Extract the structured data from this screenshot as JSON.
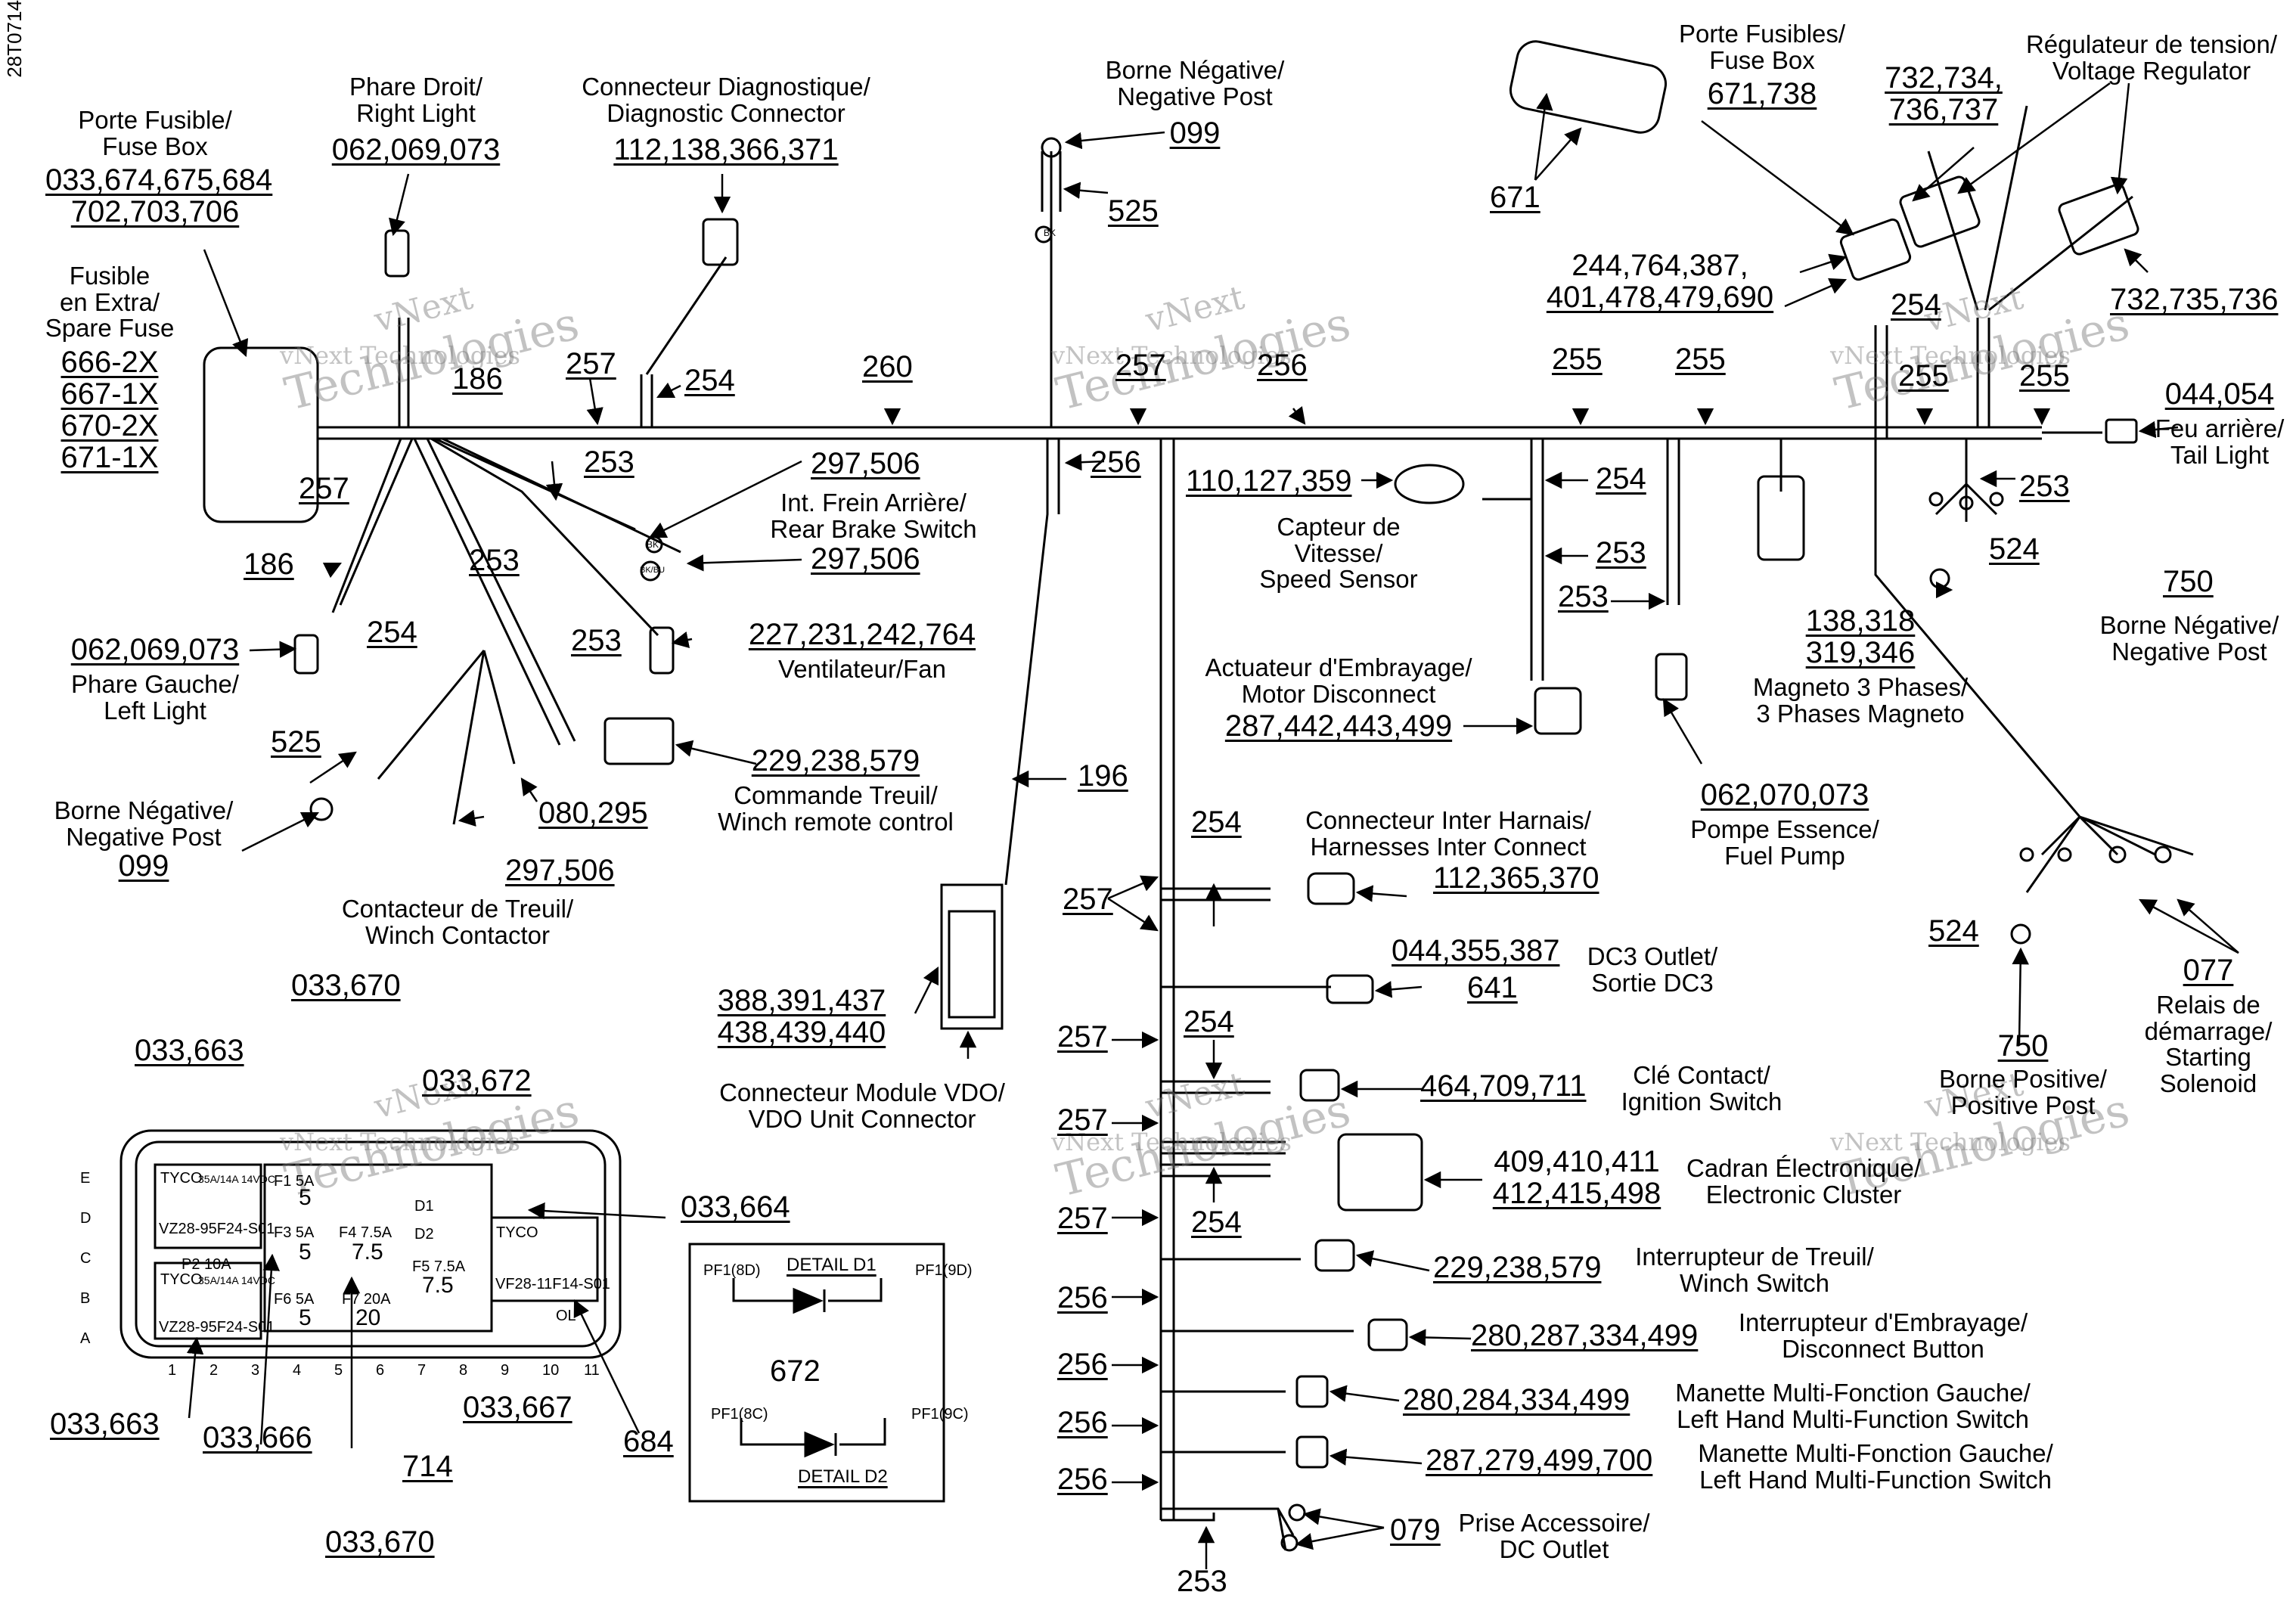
{
  "corner_code": "28T0714",
  "watermark": {
    "line1": "vNext",
    "line2": "vNext Technologies",
    "line3": "Technologies"
  },
  "labels": {
    "fuse_box_left": {
      "fr": "Porte Fusible/",
      "en": "Fuse Box",
      "codes1": "033,674,675,684",
      "codes2": "702,703,706"
    },
    "spare_fuse": {
      "l1": "Fusible",
      "l2": "en Extra/",
      "l3": "Spare Fuse",
      "c1": "666-2X",
      "c2": "667-1X",
      "c3": "670-2X",
      "c4": "671-1X"
    },
    "right_light": {
      "fr": "Phare Droit/",
      "en": "Right Light",
      "codes": "062,069,073"
    },
    "diag_connector": {
      "fr": "Connecteur Diagnostique/",
      "en": "Diagnostic Connector",
      "codes": "112,138,366,371"
    },
    "neg_post_top": {
      "fr": "Borne Négative/",
      "en": "Negative Post",
      "codes": "099"
    },
    "fuse_box_right": {
      "fr": "Porte Fusibles/",
      "en": "Fuse Box",
      "codes": "671,738"
    },
    "voltage_reg": {
      "fr": "Régulateur de tension/",
      "en": "Voltage Regulator",
      "codes1": "732,734,",
      "codes2": "736,737",
      "codes3": "732,735,736"
    },
    "group_244": {
      "c1": "244,764,387,",
      "c2": "401,478,479,690"
    },
    "tail_light": {
      "codes": "044,054",
      "fr": "Feu arrière/",
      "en": "Tail Light"
    },
    "rear_brake": {
      "codes1": "297,506",
      "fr": "Int. Frein Arrière/",
      "en": "Rear Brake Switch",
      "codes2": "297,506"
    },
    "speed_sensor": {
      "codes": "110,127,359",
      "l1": "Capteur de",
      "l2": "Vitesse/",
      "l3": "Speed Sensor"
    },
    "fan": {
      "codes": "227,231,242,764",
      "label": "Ventilateur/Fan"
    },
    "left_light": {
      "codes": "062,069,073",
      "fr": "Phare Gauche/",
      "en": "Left Light"
    },
    "winch_remote": {
      "codes": "229,238,579",
      "fr": "Commande Treuil/",
      "en": "Winch remote control"
    },
    "neg_post_left": {
      "codes_top": "525",
      "fr": "Borne Négative/",
      "en": "Negative Post",
      "codes": "099"
    },
    "winch_contactor": {
      "codes_a": "080,295",
      "codes_b": "297,506",
      "fr": "Contacteur de Treuil/",
      "en": "Winch Contactor"
    },
    "motor_disconnect": {
      "fr": "Actuateur d'Embrayage/",
      "en": "Motor Disconnect",
      "codes": "287,442,443,499"
    },
    "magneto": {
      "c1": "138,318",
      "c2": "319,346",
      "fr": "Magneto 3 Phases/",
      "en": "3 Phases Magneto"
    },
    "fuel_pump": {
      "codes": "062,070,073",
      "fr": "Pompe Essence/",
      "en": "Fuel Pump"
    },
    "neg_post_right": {
      "codes": "750",
      "fr": "Borne Négative/",
      "en": "Negative Post",
      "c524": "524"
    },
    "harness_inter": {
      "fr": "Connecteur Inter Harnais/",
      "en": "Harnesses Inter Connect",
      "codes": "112,365,370"
    },
    "dc3": {
      "codes1": "044,355,387",
      "codes2": "641",
      "fr": "DC3 Outlet/",
      "en": "Sortie DC3"
    },
    "ignition": {
      "codes": "464,709,711",
      "fr": "Clé Contact/",
      "en": "Ignition Switch"
    },
    "cluster": {
      "c1": "409,410,411",
      "c2": "412,415,498",
      "fr": "Cadran Électronique/",
      "en": "Electronic Cluster"
    },
    "winch_switch": {
      "codes": "229,238,579",
      "fr": "Interrupteur de Treuil/",
      "en": "Winch Switch"
    },
    "disconnect_btn": {
      "codes": "280,287,334,499",
      "fr": "Interrupteur d'Embrayage/",
      "en": "Disconnect Button"
    },
    "lh_mfs_1": {
      "codes": "280,284,334,499",
      "fr": "Manette Multi-Fonction Gauche/",
      "en": "Left Hand Multi-Function Switch"
    },
    "lh_mfs_2": {
      "codes": "287,279,499,700",
      "fr": "Manette Multi-Fonction Gauche/",
      "en": "Left Hand Multi-Function Switch"
    },
    "dc_outlet": {
      "codes": "079",
      "fr": "Prise Accessoire/",
      "en": "DC Outlet"
    },
    "vdo": {
      "c1": "388,391,437",
      "c2": "438,439,440",
      "fr": "Connecteur Module VDO/",
      "en": "VDO Unit Connector",
      "c196": "196"
    },
    "pos_post": {
      "codes": "750",
      "fr": "Borne Positive/",
      "en": "Positive Post",
      "c524": "524"
    },
    "solenoid": {
      "codes": "077",
      "l1": "Relais de",
      "l2": "démarrage/",
      "l3": "Starting",
      "l4": "Solenoid"
    },
    "fusebox_detail": {
      "c033670_top": "033,670",
      "c033663_top": "033,663",
      "c033672": "033,672",
      "c033664": "033,664",
      "c033663_bot": "033,663",
      "c033666": "033,666",
      "c033667": "033,667",
      "c714": "714",
      "c033670_bot": "033,670",
      "c684": "684",
      "c672": "672"
    },
    "detail": {
      "d1": "DETAIL D1",
      "d2": "DETAIL D2",
      "pf8d": "PF1(8D)",
      "pf9d": "PF1(9D)",
      "pf8c": "PF1(8C)",
      "pf9c": "PF1(9C)"
    },
    "fuse_cells": {
      "f1": "F1  5A",
      "f1v": "5",
      "f3": "F3  5A",
      "f3v": "5",
      "f4": "F4 7.5A",
      "f4v": "7.5",
      "f5": "F5 7.5A",
      "f5v": "7.5",
      "f6": "F6  5A",
      "f6v": "5",
      "f7": "F7 20A",
      "f7v": "20",
      "d1": "D1",
      "d2": "D2",
      "p2": "P2  10A",
      "ol": "OL",
      "tyco": "TYCO",
      "pn1": "VZ28-95F24-S01",
      "pn2": "VF28-11F14-S01",
      "pn3": "VZ28-95F24-S01",
      "rating": "35A/14A  14VDC"
    },
    "grid_cols": [
      "1",
      "2",
      "3",
      "4",
      "5",
      "6",
      "7",
      "8",
      "9",
      "10",
      "11"
    ],
    "grid_rows": [
      "E",
      "D",
      "C",
      "B",
      "A"
    ],
    "wires": {
      "w257a": "257",
      "w257b": "257",
      "w186a": "186",
      "w186b": "186",
      "w254a": "254",
      "w254b": "254",
      "w260": "260",
      "w257c": "257",
      "w256a": "256",
      "w256b": "256",
      "w255a": "255",
      "w255b": "255",
      "w254c": "254",
      "w255c": "255",
      "w255d": "255",
      "w253a": "253",
      "w253b": "253",
      "w253c": "253",
      "w254d": "254",
      "w253d": "253",
      "w253e": "253",
      "w254e": "254",
      "w257d": "257",
      "w254f": "254",
      "w257e": "257",
      "w257f": "257",
      "w254g": "254",
      "w257g": "257",
      "w256c": "256",
      "w256d": "256",
      "w256e": "256",
      "w256f": "256",
      "w253f": "253",
      "w253g": "253",
      "w525": "525"
    },
    "small_tags": {
      "bk": "BK",
      "bk2": "BK",
      "bkbu": "BK/BU"
    }
  }
}
